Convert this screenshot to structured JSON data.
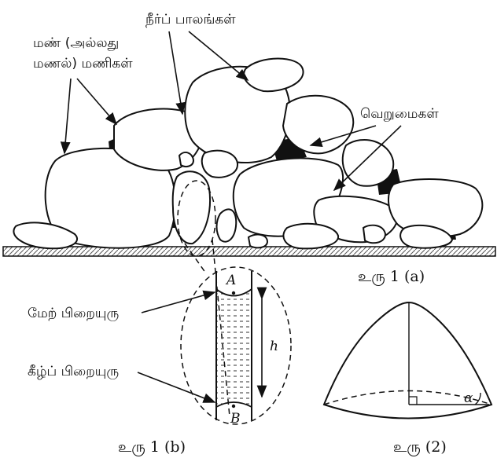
{
  "figure1a": {
    "label_water_bridges": "நீர்ப் பாலங்கள்",
    "label_sand_line1": "மண் (அல்லது",
    "label_sand_line2": "மணல்) மணிகள்",
    "label_voids": "வெறுமைகள்",
    "caption": "உரு 1 (a)"
  },
  "figure1b": {
    "label_upper_meniscus": "மேற் பிறையுரு",
    "label_lower_meniscus": "கீழ்ப் பிறையுரு",
    "point_a": "A",
    "point_b": "B",
    "height_label": "h",
    "caption": "உரு 1 (b)"
  },
  "figure2": {
    "angle_label": "α",
    "caption": "உரு (2)"
  }
}
